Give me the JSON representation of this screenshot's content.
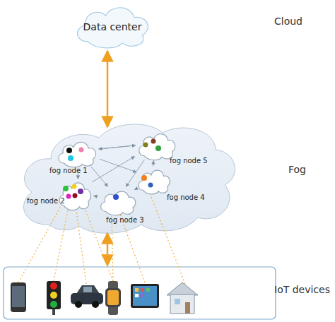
{
  "diagram": {
    "nodes": [
      {
        "text": [
          "Data center"
        ]
      },
      {
        "text": [
          "fog node 1"
        ]
      },
      {
        "text": [
          "fog node 2"
        ]
      },
      {
        "text": [
          "fog node 3"
        ]
      },
      {
        "text": [
          "fog node 4"
        ]
      },
      {
        "text": [
          "fog node 5"
        ]
      }
    ],
    "edges": [
      {
        "from": 1,
        "to": 5,
        "arrow": "to"
      },
      {
        "from": 5,
        "to": 1,
        "arrow": "to"
      },
      {
        "from": 1,
        "to": 2,
        "arrow": "to"
      },
      {
        "from": 1,
        "to": 4,
        "arrow": "to"
      },
      {
        "from": 1,
        "to": 3,
        "arrow": "to"
      },
      {
        "from": 2,
        "to": 5,
        "arrow": "to"
      },
      {
        "from": 3,
        "to": 2,
        "arrow": "to"
      },
      {
        "from": 3,
        "to": 4,
        "arrow": "to"
      },
      {
        "from": 4,
        "to": 5,
        "arrow": "to"
      },
      {
        "from": 5,
        "to": 3,
        "arrow": "to"
      }
    ],
    "labels": [
      "Cloud",
      "Fog",
      "IoT devices"
    ]
  }
}
